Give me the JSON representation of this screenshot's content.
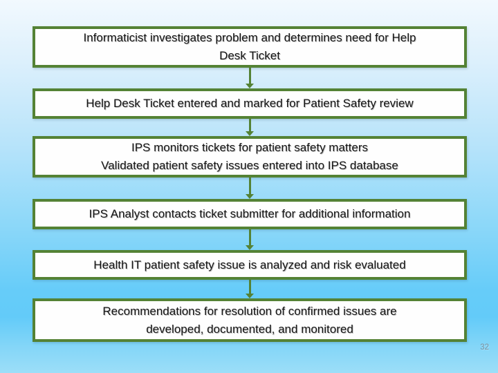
{
  "slide": {
    "page_number": "32",
    "colors": {
      "box_border_green": "#548235",
      "arrow_green": "#548235",
      "box_fill": "#fefefe",
      "text_color": "#141414",
      "background_top": "#f2f9fe",
      "background_bottom": "#63ccf9",
      "page_number_color": "#7b92a0"
    },
    "steps": [
      {
        "text": "Informaticist investigates problem and determines need for Help\nDesk Ticket"
      },
      {
        "text": "Help Desk Ticket entered and marked for Patient Safety review"
      },
      {
        "text": "IPS monitors tickets for patient safety matters\nValidated patient safety issues entered into IPS database"
      },
      {
        "text": "IPS Analyst contacts ticket submitter for additional information"
      },
      {
        "text": "Health IT patient safety issue is analyzed and risk evaluated"
      },
      {
        "text": "Recommendations for resolution of confirmed issues are\ndeveloped, documented, and monitored"
      }
    ]
  }
}
